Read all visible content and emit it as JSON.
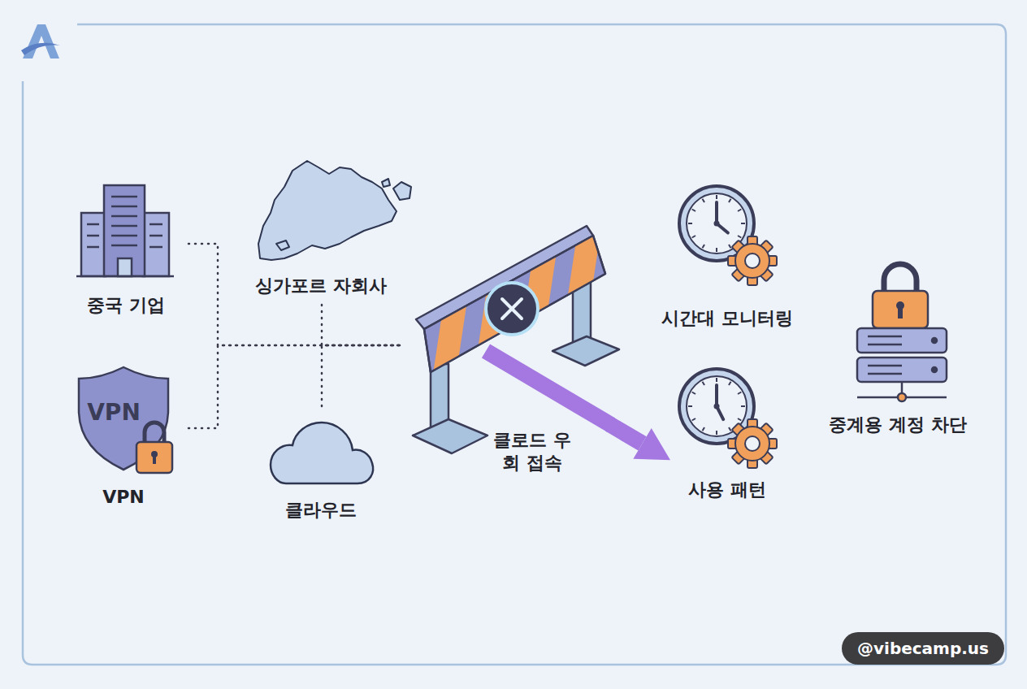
{
  "diagram": {
    "nodes": [
      {
        "text": [
          "중국 기업"
        ]
      },
      {
        "text": [
          "VPN",
          "VPN"
        ]
      },
      {
        "text": [
          "싱가포르 자회사"
        ]
      },
      {
        "text": [
          "클라우드"
        ]
      },
      {
        "text": [
          "클로드 우회 접속"
        ]
      },
      {
        "text": [
          "시간대 모니터링"
        ]
      },
      {
        "text": [
          "사용 패턴"
        ]
      },
      {
        "text": [
          "중계용 계정 차단"
        ]
      },
      {
        "text": [
          "@vibecamp.us"
        ]
      }
    ],
    "edges": [
      {
        "from": 0,
        "to": 4,
        "arrow": "none"
      },
      {
        "from": 1,
        "to": 4,
        "arrow": "none"
      },
      {
        "from": 2,
        "to": 4,
        "arrow": "none"
      },
      {
        "from": 3,
        "to": 4,
        "arrow": "none"
      },
      {
        "from": 4,
        "to": 6,
        "arrow": "to"
      }
    ]
  }
}
